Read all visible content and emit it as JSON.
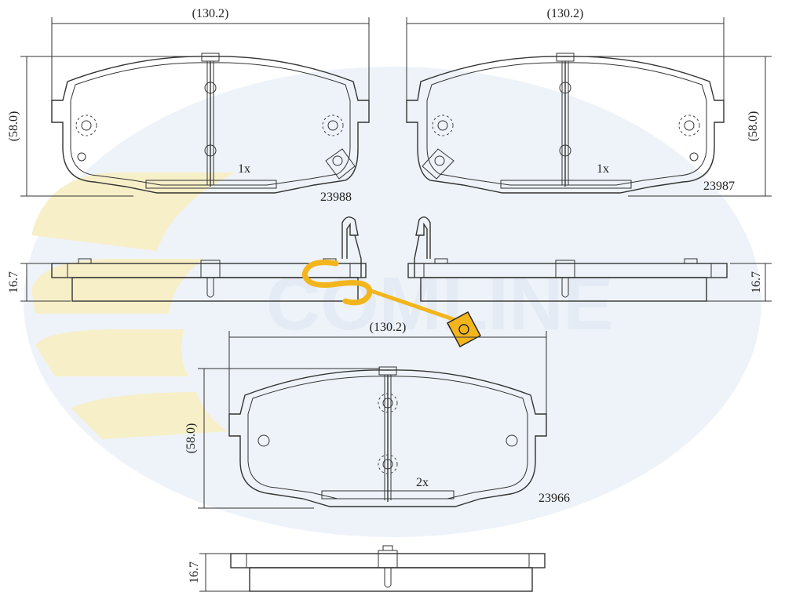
{
  "watermark": {
    "brand_text": "COMLINE",
    "colors": {
      "ring": "#dce6f2",
      "stripe": "#f7efc8",
      "text": "#e4ebf4"
    }
  },
  "logo_badge": {
    "colors": {
      "fill": "#f3b51c",
      "stroke": "#222222"
    }
  },
  "pads": {
    "top_left": {
      "part_number": "23988",
      "quantity": "1x",
      "width_dim": "(130.2)",
      "height_dim": "(58.0)",
      "thickness_dim": "16.7"
    },
    "top_right": {
      "part_number": "23987",
      "quantity": "1x",
      "width_dim": "(130.2)",
      "height_dim": "(58.0)",
      "thickness_dim": "16.7"
    },
    "bottom": {
      "part_number": "23966",
      "quantity": "2x",
      "width_dim": "(130.2)",
      "height_dim": "(58.0)",
      "thickness_dim": "16.7"
    }
  }
}
